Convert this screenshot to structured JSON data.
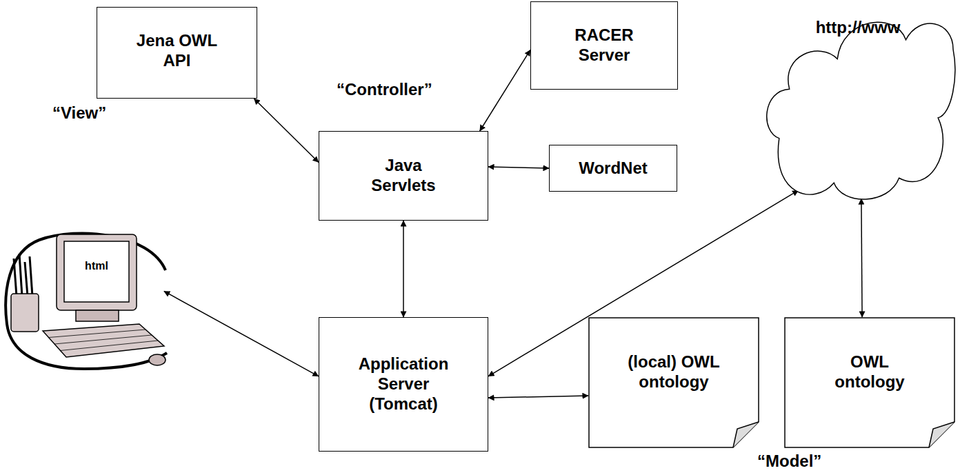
{
  "diagram": {
    "nodes": [
      {
        "text": [
          "Jena OWL API"
        ]
      },
      {
        "text": [
          "RACER Server"
        ]
      },
      {
        "text": [
          "Java Servlets"
        ]
      },
      {
        "text": [
          "WordNet"
        ]
      },
      {
        "text": [
          "http://www"
        ]
      },
      {
        "text": [
          "html"
        ]
      },
      {
        "text": [
          "Application Server (Tomcat)"
        ]
      },
      {
        "text": [
          "(local) OWL ontology"
        ]
      },
      {
        "text": [
          "OWL ontology"
        ]
      }
    ],
    "edges": [
      {
        "from": 0,
        "to": 2,
        "arrow": "both"
      },
      {
        "from": 2,
        "to": 1,
        "arrow": "both"
      },
      {
        "from": 2,
        "to": 3,
        "arrow": "both"
      },
      {
        "from": 2,
        "to": 6,
        "arrow": "both"
      },
      {
        "from": 5,
        "to": 6,
        "arrow": "both"
      },
      {
        "from": 6,
        "to": 4,
        "arrow": "both"
      },
      {
        "from": 6,
        "to": 7,
        "arrow": "both"
      },
      {
        "from": 4,
        "to": 8,
        "arrow": "both"
      }
    ],
    "labels": [
      "“Controller”",
      "“View”",
      "“Model”"
    ]
  }
}
